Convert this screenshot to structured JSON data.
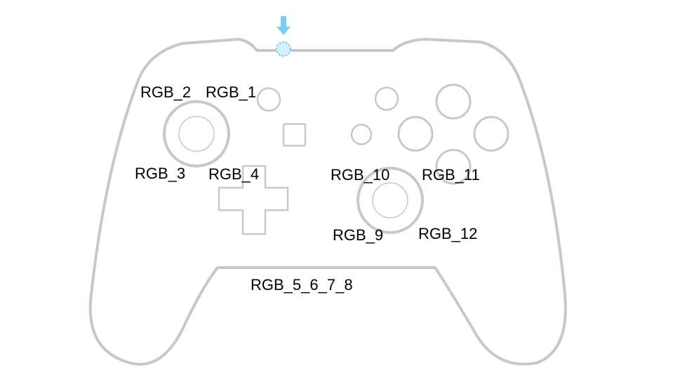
{
  "labels": {
    "rgb_1": "RGB_1",
    "rgb_2": "RGB_2",
    "rgb_3": "RGB_3",
    "rgb_4": "RGB_4",
    "rgb_9": "RGB_9",
    "rgb_10": "RGB_10",
    "rgb_11": "RGB_11",
    "rgb_12": "RGB_12",
    "rgb_5_6_7_8": "RGB_5_6_7_8"
  },
  "colors": {
    "outline": "#c8c8c8",
    "indicator": "#7ccdf5",
    "text": "#000000"
  },
  "icons": {
    "indicator_arrow": "arrow-down-icon",
    "indicator_led": "led-icon"
  }
}
